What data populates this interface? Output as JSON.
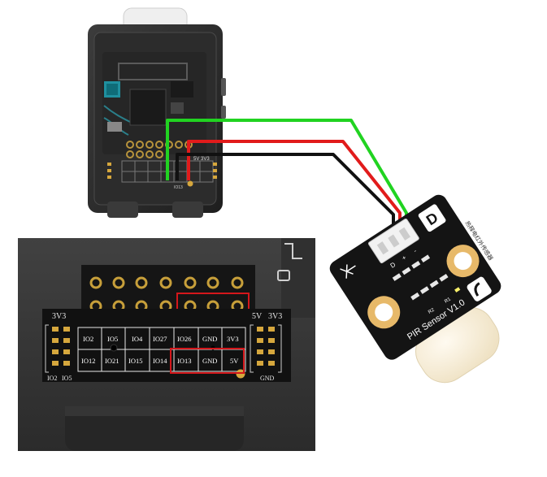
{
  "header_pin_labels": {
    "top_row": [
      "IO2",
      "IO5",
      "IO4",
      "IO27",
      "IO26",
      "GND",
      "3V3"
    ],
    "bottom_row": [
      "IO12",
      "IO21",
      "IO15",
      "IO14",
      "IO13",
      "GND",
      "5V"
    ]
  },
  "side_labels": {
    "left_top": "3V3",
    "left_bottom_a": "IO2",
    "left_bottom_b": "IO5",
    "right_top_a": "5V",
    "right_top_b": "3V3",
    "right_bottom": "GND"
  },
  "mini_labels": {
    "top": "5V   3V3",
    "bottom": "IO13"
  },
  "sensor": {
    "title": "PIR Sensor V1.0",
    "side_text": "热释电红外传感器",
    "pin_labels": [
      "D",
      "+",
      "-"
    ],
    "r1": "R1",
    "r2": "R2",
    "logo_letter": "D"
  },
  "wires": {
    "signal_color": "#21d321",
    "power_color": "#e11b1b",
    "ground_color": "#111111"
  },
  "highlight_color": "#d4171b"
}
